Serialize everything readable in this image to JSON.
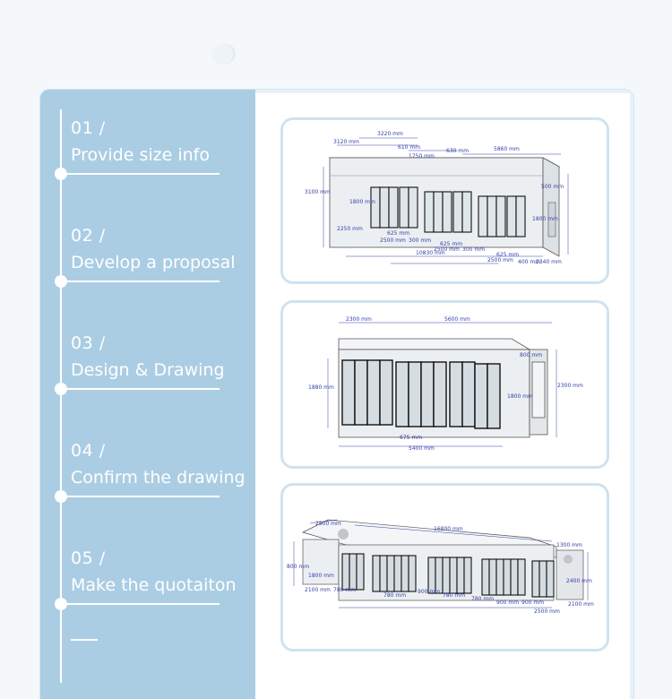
{
  "steps": [
    {
      "num": "01 /",
      "title": "Provide size info"
    },
    {
      "num": "02 /",
      "title": "Develop a proposal"
    },
    {
      "num": "03 /",
      "title": "Design & Drawing"
    },
    {
      "num": "04 /",
      "title": "Confirm the drawing"
    },
    {
      "num": "05 /",
      "title": "Make the quotaiton"
    }
  ],
  "drawing1": {
    "dims": [
      "3120 mm",
      "3220 mm",
      "610 mm",
      "1750 mm",
      "630 mm",
      "5860 mm",
      "3100 mm",
      "500 mm",
      "1800 mm",
      "1800 mm",
      "2250 mm",
      "625 mm",
      "2500 mm",
      "300 mm",
      "625 mm",
      "2500 mm",
      "300 mm",
      "10830 mm",
      "625 mm",
      "2500 mm",
      "400 mm",
      "2340 mm"
    ]
  },
  "drawing2": {
    "dims": [
      "2300 mm",
      "5600 mm",
      "1880 mm",
      "800 mm",
      "1800 mm",
      "2300 mm",
      "675 mm",
      "5400 mm"
    ]
  },
  "drawing3": {
    "dims": [
      "2500 mm",
      "16800 mm",
      "1300 mm",
      "800 mm",
      "1800 mm",
      "2400 mm",
      "2100 mm",
      "780 mm",
      "780 mm",
      "900 mm",
      "780 mm",
      "780 mm",
      "900 mm",
      "900 mm",
      "2500 mm",
      "2100 mm"
    ]
  },
  "colors": {
    "sidebar": "#abcde3",
    "card_border": "#cfe3f0",
    "dimension_text": "#3340a8"
  }
}
